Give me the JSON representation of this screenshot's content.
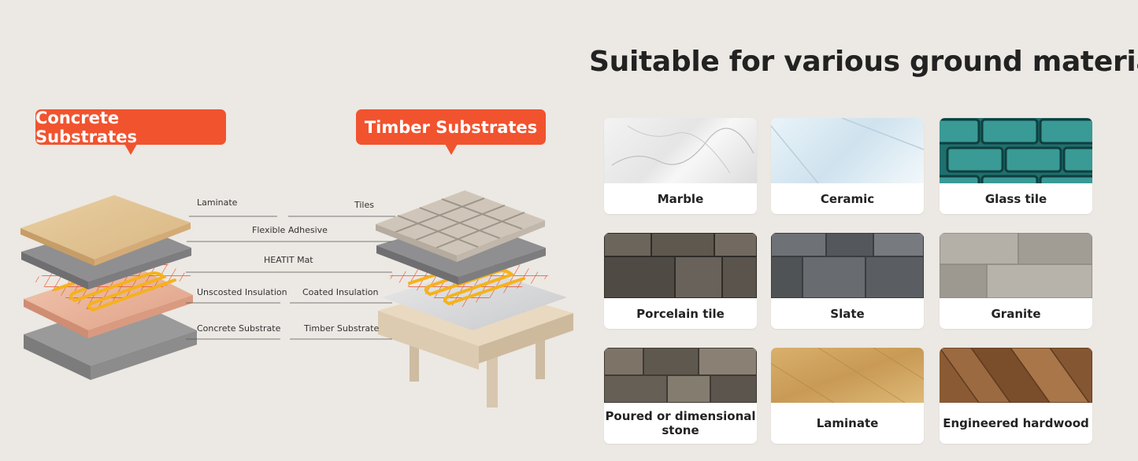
{
  "left": {
    "concrete_tag": "Concrete Substrates",
    "timber_tag": "Timber Substrates",
    "labels": {
      "laminate": "Laminate",
      "tiles": "Tiles",
      "flexible_adhesive": "Flexible Adhesive",
      "heatit_mat": "HEATIT Mat",
      "unscosted_insulation": "Unscosted Insulation",
      "coated_insulation": "Coated Insulation",
      "concrete_substrate": "Concrete Substrate",
      "timber_substrate": "Timber Substrate"
    }
  },
  "right": {
    "title": "Suitable for various ground material",
    "materials": [
      {
        "name": "Marble"
      },
      {
        "name": "Ceramic"
      },
      {
        "name": "Glass tile"
      },
      {
        "name": "Porcelain tile"
      },
      {
        "name": "Slate"
      },
      {
        "name": "Granite"
      },
      {
        "name": "Poured or dimensional stone"
      },
      {
        "name": "Laminate"
      },
      {
        "name": "Engineered hardwood"
      }
    ]
  },
  "colors": {
    "background": "#ece8e3",
    "tag": "#f1532f",
    "heating_wire": "#f5b21b",
    "mesh": "#e8532c"
  }
}
